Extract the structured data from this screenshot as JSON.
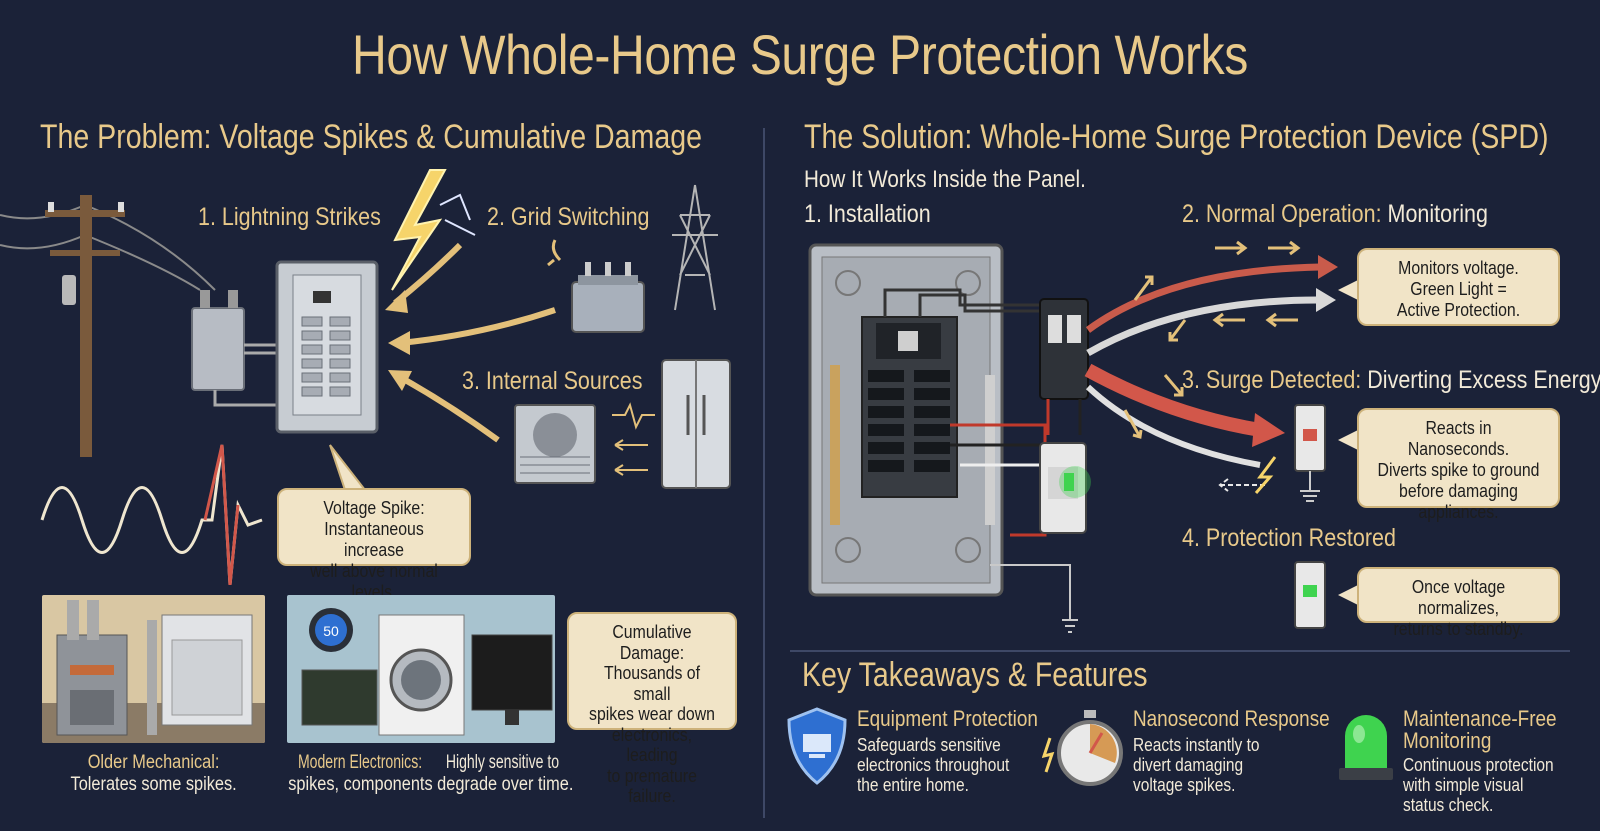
{
  "title": "How Whole-Home Surge Protection Works",
  "problem": {
    "heading": "The Problem: Voltage Spikes & Cumulative Damage",
    "sources": {
      "lightning": "1. Lightning Strikes",
      "grid": "2. Grid Switching",
      "internal": "3. Internal Sources"
    },
    "spike_callout": [
      "Voltage Spike:",
      "Instantaneous increase",
      "well above normal levels."
    ],
    "cumulative_callout": [
      "Cumulative Damage:",
      "Thousands of small",
      "spikes wear down",
      "electronics, leading",
      "to premature failure."
    ],
    "older": {
      "label": "Older Mechanical:",
      "desc": "Tolerates some spikes."
    },
    "modern": {
      "label": "Modern Electronics:",
      "desc1": "Highly sensitive to",
      "desc2": "spikes, components degrade over time."
    },
    "thermostat": "50"
  },
  "solution": {
    "heading": "The Solution: Whole-Home Surge Protection Device (SPD)",
    "subheading": "How It Works Inside the Panel.",
    "step1": "1. Installation",
    "step2": {
      "label": "2. Normal Operation:",
      "rest": "Monitoring"
    },
    "step3": {
      "label": "3. Surge Detected:",
      "rest": "Diverting Excess Energy"
    },
    "step4": "4. Protection Restored",
    "monitor_callout": [
      "Monitors voltage.",
      "Green Light =",
      "Active Protection."
    ],
    "react_callout": [
      "Reacts in Nanoseconds.",
      "Diverts spike to ground",
      "before damaging",
      "appliances."
    ],
    "standby_callout": [
      "Once voltage normalizes,",
      "returns to standby."
    ]
  },
  "takeaways": {
    "heading": "Key Takeaways & Features",
    "items": [
      {
        "icon": "shield-icon",
        "title": "Equipment Protection",
        "desc": [
          "Safeguards sensitive",
          "electronics throughout",
          "the entire home."
        ]
      },
      {
        "icon": "stopwatch-icon",
        "title": "Nanosecond Response",
        "desc": [
          "Reacts instantly to",
          "divert damaging",
          "voltage spikes."
        ]
      },
      {
        "icon": "green-light-icon",
        "title": [
          "Maintenance-Free",
          "Monitoring"
        ],
        "desc": [
          "Continuous protection",
          "with simple visual",
          "status check."
        ]
      }
    ]
  },
  "colors": {
    "background": "#1b2238",
    "gold": "#e8c98a",
    "callout": "#f1e4c7",
    "surge_red": "#d2574a",
    "status_green": "#3fd34f"
  }
}
